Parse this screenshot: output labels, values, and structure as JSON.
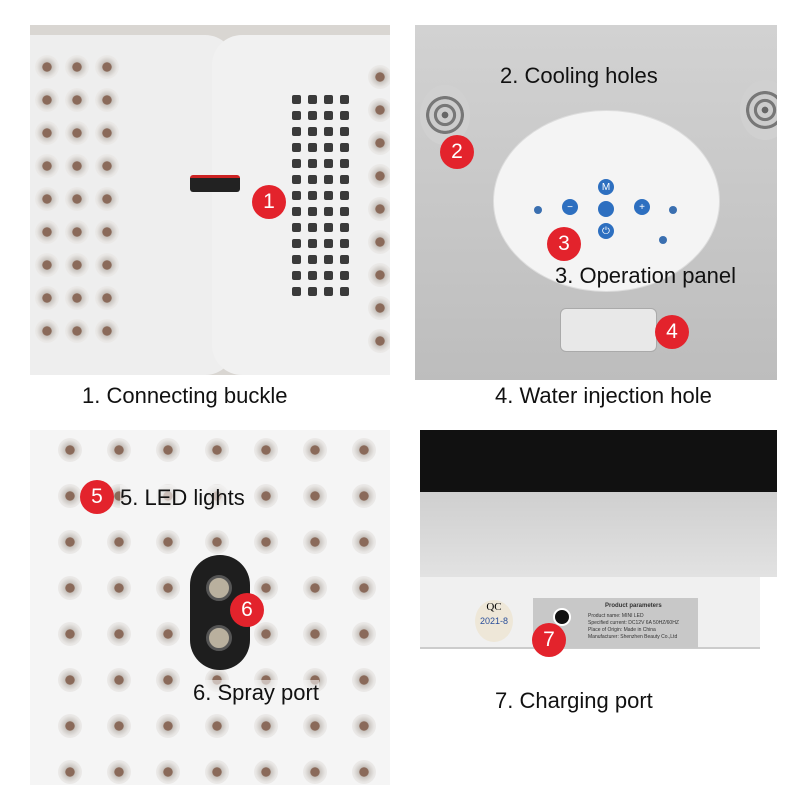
{
  "panels": [
    {
      "badge": "1",
      "caption": "1. Connecting buckle"
    },
    {
      "badge": "2",
      "caption": "2. Cooling holes",
      "badge2": "3",
      "caption2": "3. Operation panel",
      "badge3": "4",
      "caption3": "4. Water injection hole"
    },
    {
      "badge": "5",
      "caption": "5. LED lights",
      "badge2": "6",
      "caption2": "6. Spray port"
    },
    {
      "badge": "7",
      "caption": "7. Charging port"
    }
  ],
  "label_sticker": {
    "title": "Product parameters",
    "lines": [
      "Product name:   MINI LED",
      "Specified current:   DC12V 6A 50HZ/60HZ",
      "Place of Origin:   Made in China",
      "Manufacturer:   Shenzhen Beauty Co.,Ltd"
    ]
  },
  "qc_sticker": {
    "text": "QC",
    "date": "2021-8"
  },
  "control_panel": {
    "mode": "M",
    "minus": "−",
    "plus": "+",
    "power": "⏻"
  },
  "colors": {
    "badge": "#e3232c",
    "buttons": "#2d6fc0"
  }
}
